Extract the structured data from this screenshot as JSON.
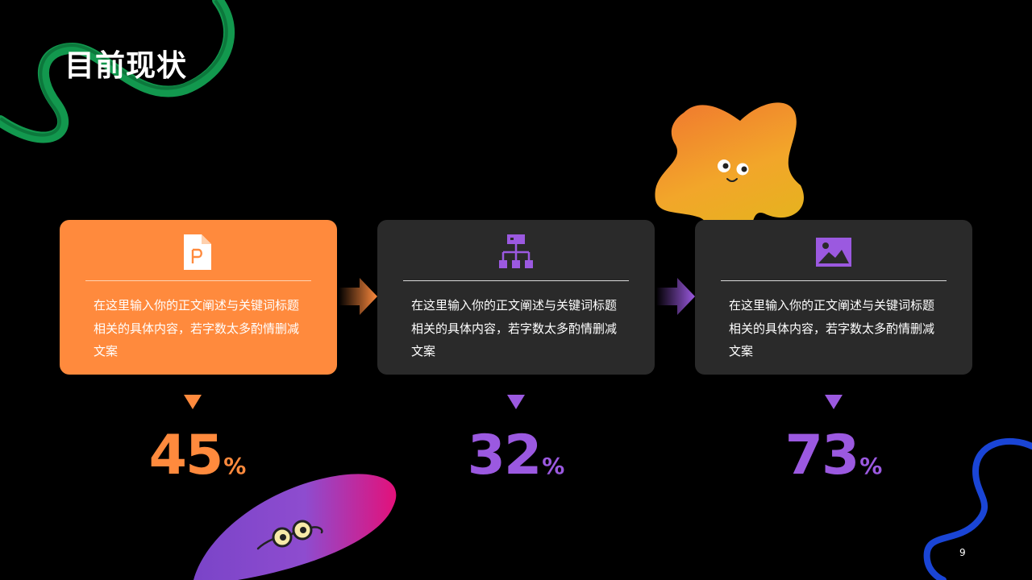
{
  "slide": {
    "title": "目前现状",
    "page_number": "9"
  },
  "cards": [
    {
      "icon": "powerpoint-file-icon",
      "text": "在这里输入你的正文阐述与关键词标题相关的具体内容，若字数太多酌情删减文案"
    },
    {
      "icon": "org-chart-icon",
      "text": "在这里输入你的正文阐述与关键词标题相关的具体内容，若字数太多酌情删减文案"
    },
    {
      "icon": "image-icon",
      "text": "在这里输入你的正文阐述与关键词标题相关的具体内容，若字数太多酌情删减文案"
    }
  ],
  "stats": [
    {
      "value": "45",
      "unit": "%"
    },
    {
      "value": "32",
      "unit": "%"
    },
    {
      "value": "73",
      "unit": "%"
    }
  ],
  "colors": {
    "background": "#000000",
    "accent_orange": "#ff8a3d",
    "accent_purple": "#9b59e0",
    "card_dark": "#2a2a2a"
  }
}
